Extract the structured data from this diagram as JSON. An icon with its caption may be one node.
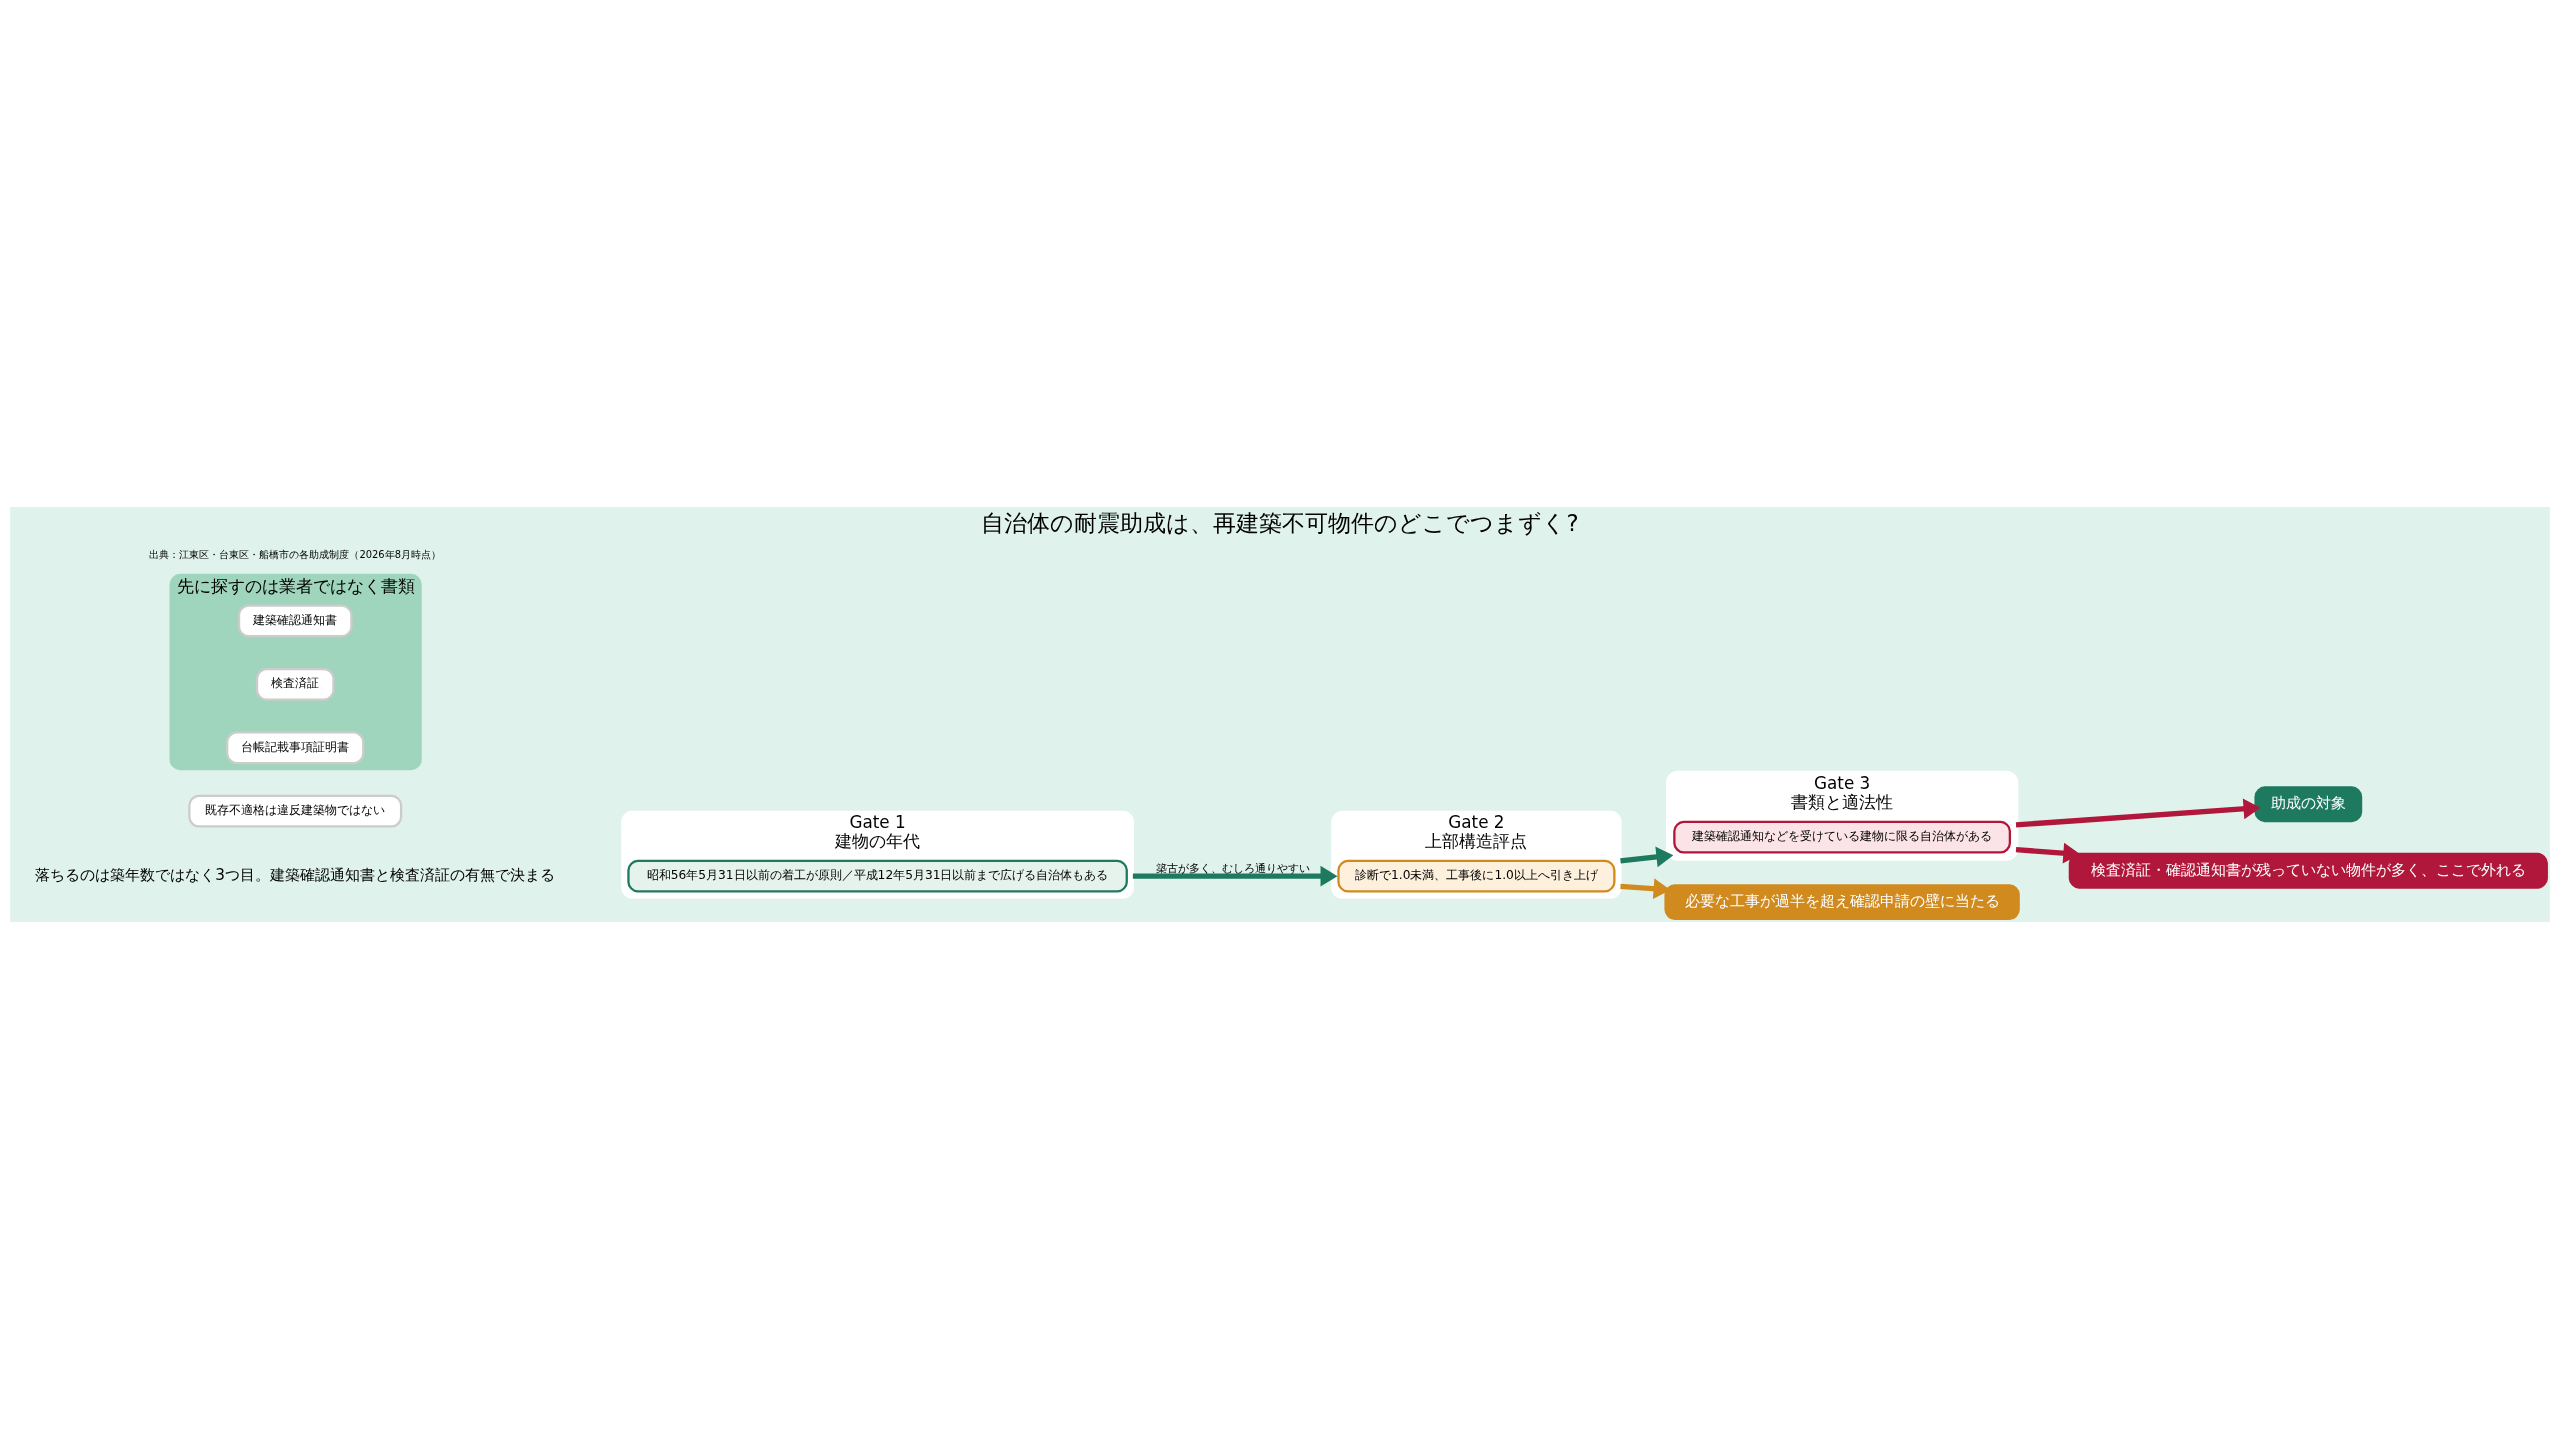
{
  "diagram": {
    "title": "自治体の耐震助成は、再建築不可物件のどこでつまずく?",
    "nodes": [
      {
        "text": [
          "Gate 1",
          "建物の年代"
        ]
      },
      {
        "text": [
          "昭和56年5月31日以前の着工が原則／平成12年5月31日以前まで広げる自治体もある"
        ],
        "in": 0
      },
      {
        "text": [
          "Gate 2",
          "上部構造評点"
        ]
      },
      {
        "text": [
          "診断で1.0未満、工事後に1.0以上へ引き上げ"
        ],
        "in": 2
      },
      {
        "text": [
          "Gate 3",
          "書類と適法性"
        ]
      },
      {
        "text": [
          "建築確認通知などを受けている建物に限る自治体がある"
        ],
        "in": 4
      },
      {
        "text": [
          "助成の対象"
        ]
      },
      {
        "text": [
          "必要な工事が過半を超え確認申請の壁に当たる"
        ]
      },
      {
        "text": [
          "検査済証・確認通知書が残っていない物件が多く、ここで外れる"
        ]
      },
      {
        "text": [
          "既存不適格は違反建築物ではない"
        ]
      },
      {
        "text": [
          "先に探すのは業者ではなく書類"
        ]
      },
      {
        "text": [
          "建築確認通知書"
        ],
        "in": 10
      },
      {
        "text": [
          "検査済証"
        ],
        "in": 10
      },
      {
        "text": [
          "台帳記載事項証明書"
        ],
        "in": 10
      }
    ],
    "edges": [
      {
        "from": 0,
        "to": 2,
        "arrow": "to",
        "label": "築古が多く、むしろ通りやすい",
        "color": "#1e7a5e"
      },
      {
        "from": 2,
        "to": 4,
        "arrow": "to",
        "color": "#1e7a5e"
      },
      {
        "from": 4,
        "to": 6,
        "arrow": "to",
        "color": "#b0173a"
      },
      {
        "from": 2,
        "to": 7,
        "arrow": "to",
        "color": "#d08a1e"
      },
      {
        "from": 4,
        "to": 8,
        "arrow": "to",
        "color": "#b0173a"
      }
    ],
    "labels": [
      "落ちるのは築年数ではなく3つ目。建築確認通知書と検査済証の有無で決まる",
      "出典：江東区・台東区・船橋市の各助成制度（2026年8月時点）"
    ]
  }
}
